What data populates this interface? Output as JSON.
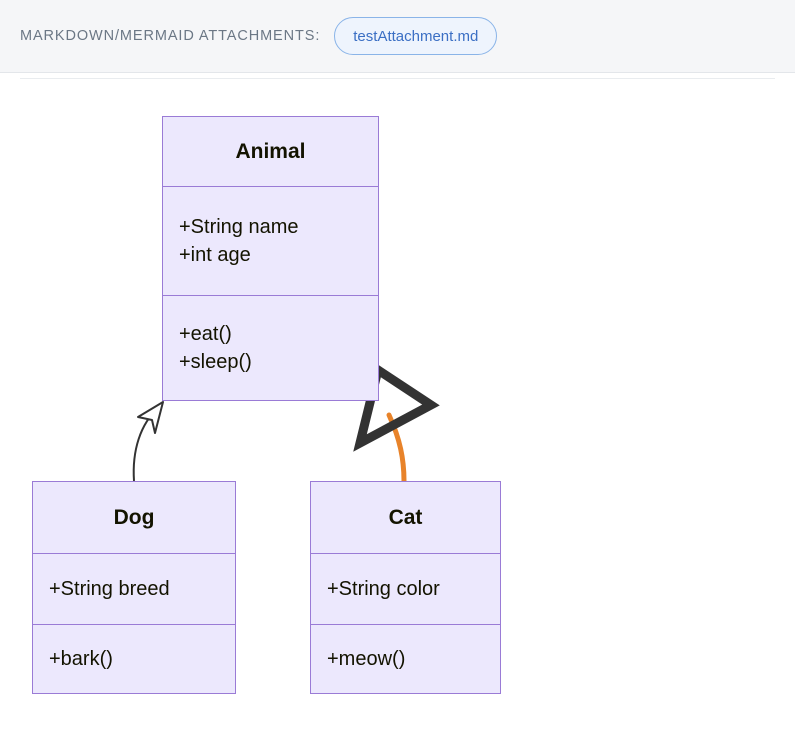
{
  "header": {
    "label": "MARKDOWN/MERMAID ATTACHMENTS:",
    "attachment_chip": "testAttachment.md",
    "background_color": "#f5f6f8",
    "label_color": "#6b7785",
    "chip_text_color": "#3b6fc4",
    "chip_border_color": "#8ab4e8",
    "chip_background_color": "#eef4fd"
  },
  "diagram": {
    "type": "mermaid-class-diagram",
    "node_fill": "#ECE8FD",
    "node_border": "#9A7BD6",
    "edge_color": "#333333",
    "highlight_edge_color": "#E8832A",
    "classes": [
      {
        "id": "animal",
        "name": "Animal",
        "attributes": [
          "+String name",
          "+int age"
        ],
        "methods": [
          "+eat()",
          "+sleep()"
        ]
      },
      {
        "id": "dog",
        "name": "Dog",
        "attributes": [
          "+String breed"
        ],
        "methods": [
          "+bark()"
        ]
      },
      {
        "id": "cat",
        "name": "Cat",
        "attributes": [
          "+String color"
        ],
        "methods": [
          "+meow()"
        ]
      }
    ],
    "relations": [
      {
        "from": "dog",
        "to": "animal",
        "kind": "inheritance",
        "color": "#333333"
      },
      {
        "from": "cat",
        "to": "animal",
        "kind": "inheritance",
        "color": "#E8832A"
      }
    ]
  }
}
